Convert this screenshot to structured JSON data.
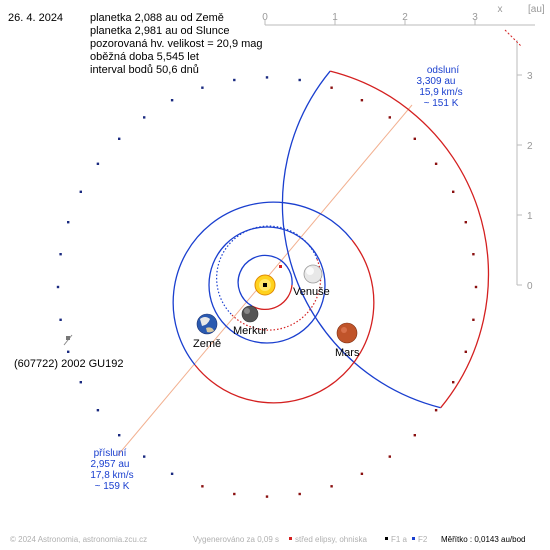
{
  "date": "26. 4. 2024",
  "info": [
    "planetka 2,088 au od Země",
    "planetka 2,981 au od Slunce",
    "pozorovaná hv. velikost = 20,9 mag",
    "oběžná doba 5,545 let",
    "interval bodů 50,6 dnů"
  ],
  "asteroid_label": "(607722) 2002 GU192",
  "planets": {
    "earth": "Země",
    "mercury": "Merkur",
    "venus": "Venuše",
    "mars": "Mars"
  },
  "aphelion": [
    "odsluní",
    "3,309 au",
    "15,9 km/s",
    "~ 151 K"
  ],
  "perihelion": [
    "přísluní",
    "2,957 au",
    "17,8 km/s",
    "~ 159 K"
  ],
  "axis_top": {
    "ticks": [
      "0",
      "1",
      "2",
      "3"
    ],
    "label": "x"
  },
  "axis_right": {
    "ticks": [
      "3",
      "2",
      "1",
      "0"
    ],
    "label": "[au]"
  },
  "footer": {
    "copyright": "© 2024 Astronomia, astronomia.zcu.cz",
    "generated": "Vygenerováno za 0,09 s",
    "legend_center": "střed elipsy, ohniska",
    "legend_f1": "F1 a",
    "legend_f2": "F2",
    "scale": "Měřítko : 0,0143 au/bod"
  },
  "colors": {
    "orbit_blue": "#1a3fcf",
    "orbit_red": "#d42020",
    "label_blue": "#1a3fcf",
    "apsis_line": "#f0a080",
    "axis_gray": "#999999"
  }
}
